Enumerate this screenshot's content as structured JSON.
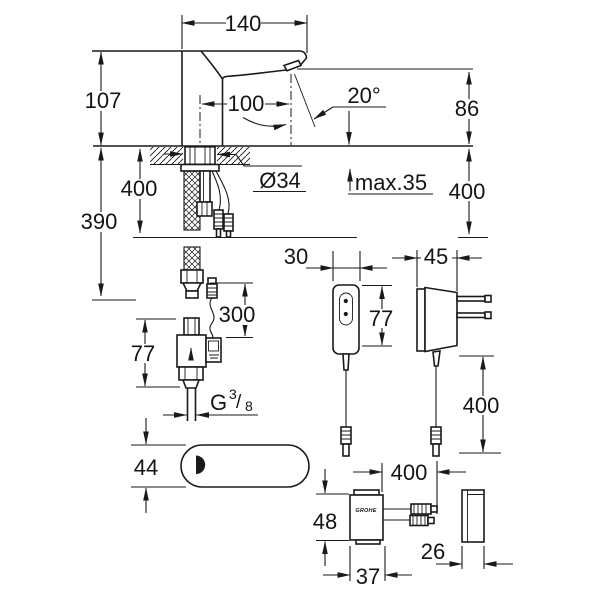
{
  "views": {
    "faucet_side": {
      "width": "140",
      "total_height": "107",
      "spout_reach": "100",
      "spray_angle": "20°",
      "outlet_height": "86",
      "hole_diameter": "Ø34",
      "max_deck_thickness": "max.35",
      "hose_length_left": "400",
      "hose_length_right": "400",
      "clearance_below": "390"
    },
    "supply_hose": {
      "sensor_cable_length": "300",
      "valve_height": "77",
      "thread": {
        "g": "G",
        "numerator": "3",
        "slash": "/",
        "denominator": "8"
      }
    },
    "control_unit_front": {
      "width": "30",
      "height": "77"
    },
    "power_adapter": {
      "width": "45",
      "cable_length": "400"
    },
    "faucet_top_view": {
      "body_width": "44"
    },
    "junction_box": {
      "cable_length": "400",
      "height": "48",
      "width": "37",
      "depth": "26",
      "logo": "GROHE"
    }
  }
}
